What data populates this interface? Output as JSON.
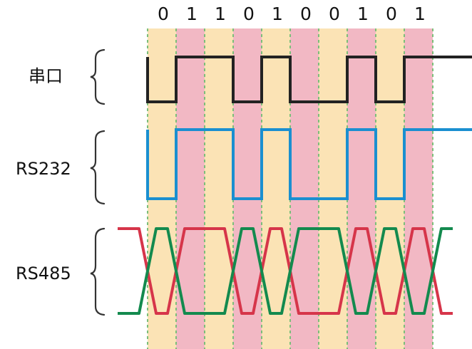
{
  "bits": [
    0,
    1,
    1,
    0,
    1,
    0,
    0,
    1,
    0,
    1
  ],
  "bit_labels": [
    "0",
    "1",
    "1",
    "0",
    "1",
    "0",
    "0",
    "1",
    "0",
    "1"
  ],
  "rows": [
    {
      "key": "serial",
      "label": "串口",
      "color": "#222222"
    },
    {
      "key": "rs232",
      "label": "RS232",
      "color": "#1a8fd0"
    },
    {
      "key": "rs485",
      "label": "RS485",
      "colors": {
        "a": "#d6354a",
        "b": "#138a4e"
      }
    }
  ],
  "colors": {
    "band_odd": "#fbe3b5",
    "band_even": "#f2b8c4",
    "dash": "#7cbf7a",
    "brace": "#333333"
  }
}
